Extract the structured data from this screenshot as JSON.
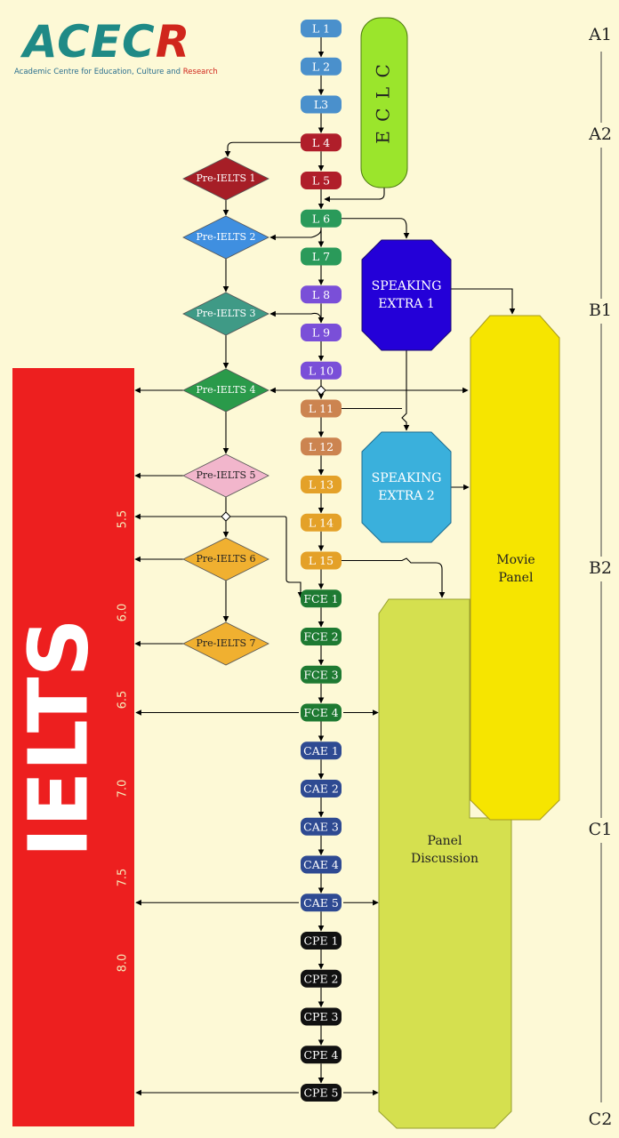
{
  "logo": {
    "brand_a": "ACEC",
    "brand_b": "R",
    "tagline_a": "Academic Centre for Education, Culture and ",
    "tagline_b": "Research"
  },
  "cefr_levels": [
    "A1",
    "A2",
    "B1",
    "B2",
    "C1",
    "C2"
  ],
  "colors": {
    "blue": "#4a90cc",
    "red": "#b01e2a",
    "green": "#2a9a5a",
    "purple": "#7a4fd8",
    "tan": "#cc8450",
    "amber": "#e4a128",
    "darkgreen": "#1e7a32",
    "navy": "#2e4a92",
    "black": "#111111"
  },
  "levels": [
    {
      "label": "L 1",
      "color": "blue"
    },
    {
      "label": "L 2",
      "color": "blue"
    },
    {
      "label": "L3",
      "color": "blue"
    },
    {
      "label": "L 4",
      "color": "red"
    },
    {
      "label": "L 5",
      "color": "red"
    },
    {
      "label": "L 6",
      "color": "green"
    },
    {
      "label": "L 7",
      "color": "green"
    },
    {
      "label": "L 8",
      "color": "purple"
    },
    {
      "label": "L 9",
      "color": "purple"
    },
    {
      "label": "L 10",
      "color": "purple"
    },
    {
      "label": "L 11",
      "color": "tan"
    },
    {
      "label": "L 12",
      "color": "tan"
    },
    {
      "label": "L 13",
      "color": "amber"
    },
    {
      "label": "L 14",
      "color": "amber"
    },
    {
      "label": "L 15",
      "color": "amber"
    },
    {
      "label": "FCE 1",
      "color": "darkgreen"
    },
    {
      "label": "FCE 2",
      "color": "darkgreen"
    },
    {
      "label": "FCE 3",
      "color": "darkgreen"
    },
    {
      "label": "FCE 4",
      "color": "darkgreen"
    },
    {
      "label": "CAE 1",
      "color": "navy"
    },
    {
      "label": "CAE 2",
      "color": "navy"
    },
    {
      "label": "CAE 3",
      "color": "navy"
    },
    {
      "label": "CAE 4",
      "color": "navy"
    },
    {
      "label": "CAE 5",
      "color": "navy"
    },
    {
      "label": "CPE 1",
      "color": "black"
    },
    {
      "label": "CPE 2",
      "color": "black"
    },
    {
      "label": "CPE 3",
      "color": "black"
    },
    {
      "label": "CPE 4",
      "color": "black"
    },
    {
      "label": "CPE 5",
      "color": "black"
    }
  ],
  "pre_ielts": [
    {
      "label": "Pre-IELTS 1",
      "fill": "#a61e26"
    },
    {
      "label": "Pre-IELTS 2",
      "fill": "#3f8fe0"
    },
    {
      "label": "Pre-IELTS 3",
      "fill": "#3f9a86"
    },
    {
      "label": "Pre-IELTS 4",
      "fill": "#2a9a4a"
    },
    {
      "label": "Pre-IELTS 5",
      "fill": "#f2b6cc"
    },
    {
      "label": "Pre-IELTS 6",
      "fill": "#f0b030"
    },
    {
      "label": "Pre-IELTS 7",
      "fill": "#f0b030"
    }
  ],
  "eclc": "E C L C",
  "speaking_extra_1": [
    "SPEAKING",
    "EXTRA 1"
  ],
  "speaking_extra_2": [
    "SPEAKING",
    "EXTRA 2"
  ],
  "movie_panel": [
    "Movie",
    "Panel"
  ],
  "panel_discussion": [
    "Panel",
    "Discussion"
  ],
  "ielts": {
    "label": "IELTS",
    "bands": [
      "5.5",
      "6.0",
      "6.5",
      "7.0",
      "7.5",
      "8.0"
    ]
  }
}
